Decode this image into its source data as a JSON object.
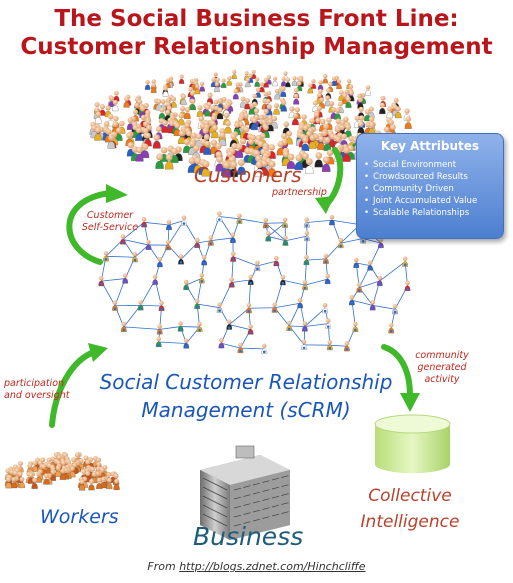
{
  "title": {
    "line1": "The Social Business Front Line:",
    "line2": "Customer Relationship Management"
  },
  "labels": {
    "customers": "Customers",
    "partnership": "partnership",
    "customer_self_service_line1": "Customer",
    "customer_self_service_line2": "Self-Service",
    "participation_line1": "participation",
    "participation_line2": "and oversight",
    "community_line1": "community",
    "community_line2": "generated",
    "community_line3": "activity",
    "scrm_line1": "Social Customer Relationship",
    "scrm_line2": "Management (sCRM)",
    "workers": "Workers",
    "business": "Business",
    "collective_line1": "Collective",
    "collective_line2": "Intelligence"
  },
  "key_attributes": {
    "title": "Key Attributes",
    "items": [
      "Social Environment",
      "Crowdsourced Results",
      "Community Driven",
      "Joint Accumulated Value",
      "Scalable Relationships"
    ]
  },
  "footer": {
    "prefix": "From ",
    "link": "http://blogs.zdnet.com/Hinchcliffe"
  },
  "colors": {
    "title_red": "#b8161b",
    "arrow_green": "#3fb82a",
    "label_blue": "#1a57b8",
    "label_orange": "#b8412a",
    "key_box_blue": "#5a88d6",
    "cylinder_green": "#d7f0a6"
  }
}
